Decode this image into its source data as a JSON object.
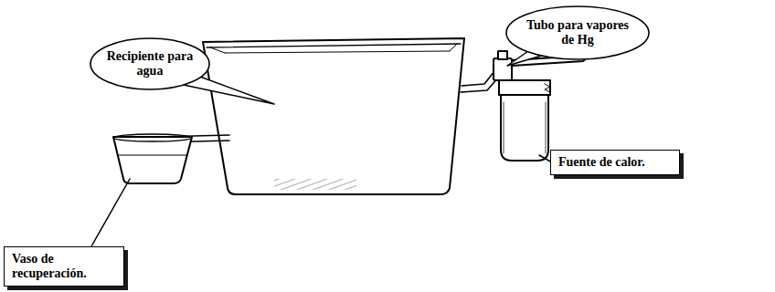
{
  "diagram": {
    "nodes": [
      {
        "text": [
          "Tubo para vapores de Hg"
        ]
      },
      {
        "text": [
          "Recipiente para agua"
        ]
      },
      {
        "text": [
          "Fuente de calor."
        ]
      },
      {
        "text": [
          "Vaso de recuperación."
        ]
      }
    ]
  }
}
